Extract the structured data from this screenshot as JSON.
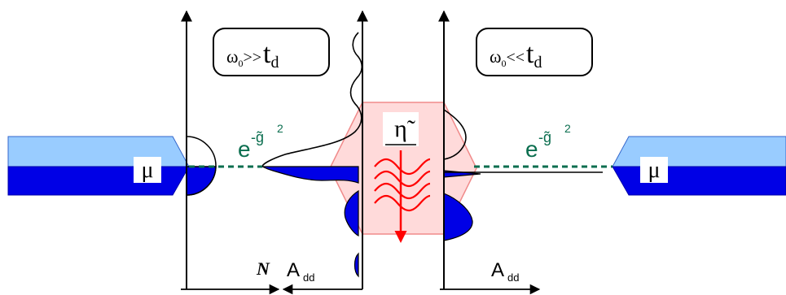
{
  "boxes": {
    "left": {
      "omega": "ω",
      "sub": "0",
      "relation": ">>",
      "t": "t",
      "t_sub": "d"
    },
    "right": {
      "omega": "ω",
      "sub": "0",
      "relation": "<<",
      "t": "t",
      "t_sub": "d"
    }
  },
  "leads": {
    "left_label": "μ",
    "right_label": "μ"
  },
  "coupling": {
    "left": {
      "base": "e",
      "exponent": "-g̃",
      "power": "2"
    },
    "right": {
      "base": "e",
      "exponent": "-g̃",
      "power": "2"
    }
  },
  "center": {
    "symbol": "η̃"
  },
  "axes": {
    "n_label": "N",
    "a_left": "A",
    "a_left_sub": "dd",
    "a_right": "A",
    "a_right_sub": "dd"
  },
  "colors": {
    "light_lead": "#99ccff",
    "dark_lead": "#0000e6",
    "hexagon_fill": "#ffd6d6",
    "hexagon_stroke": "#f08a8a",
    "arrow_red": "#ff0000",
    "coupling_green": "#0b6e4f"
  }
}
